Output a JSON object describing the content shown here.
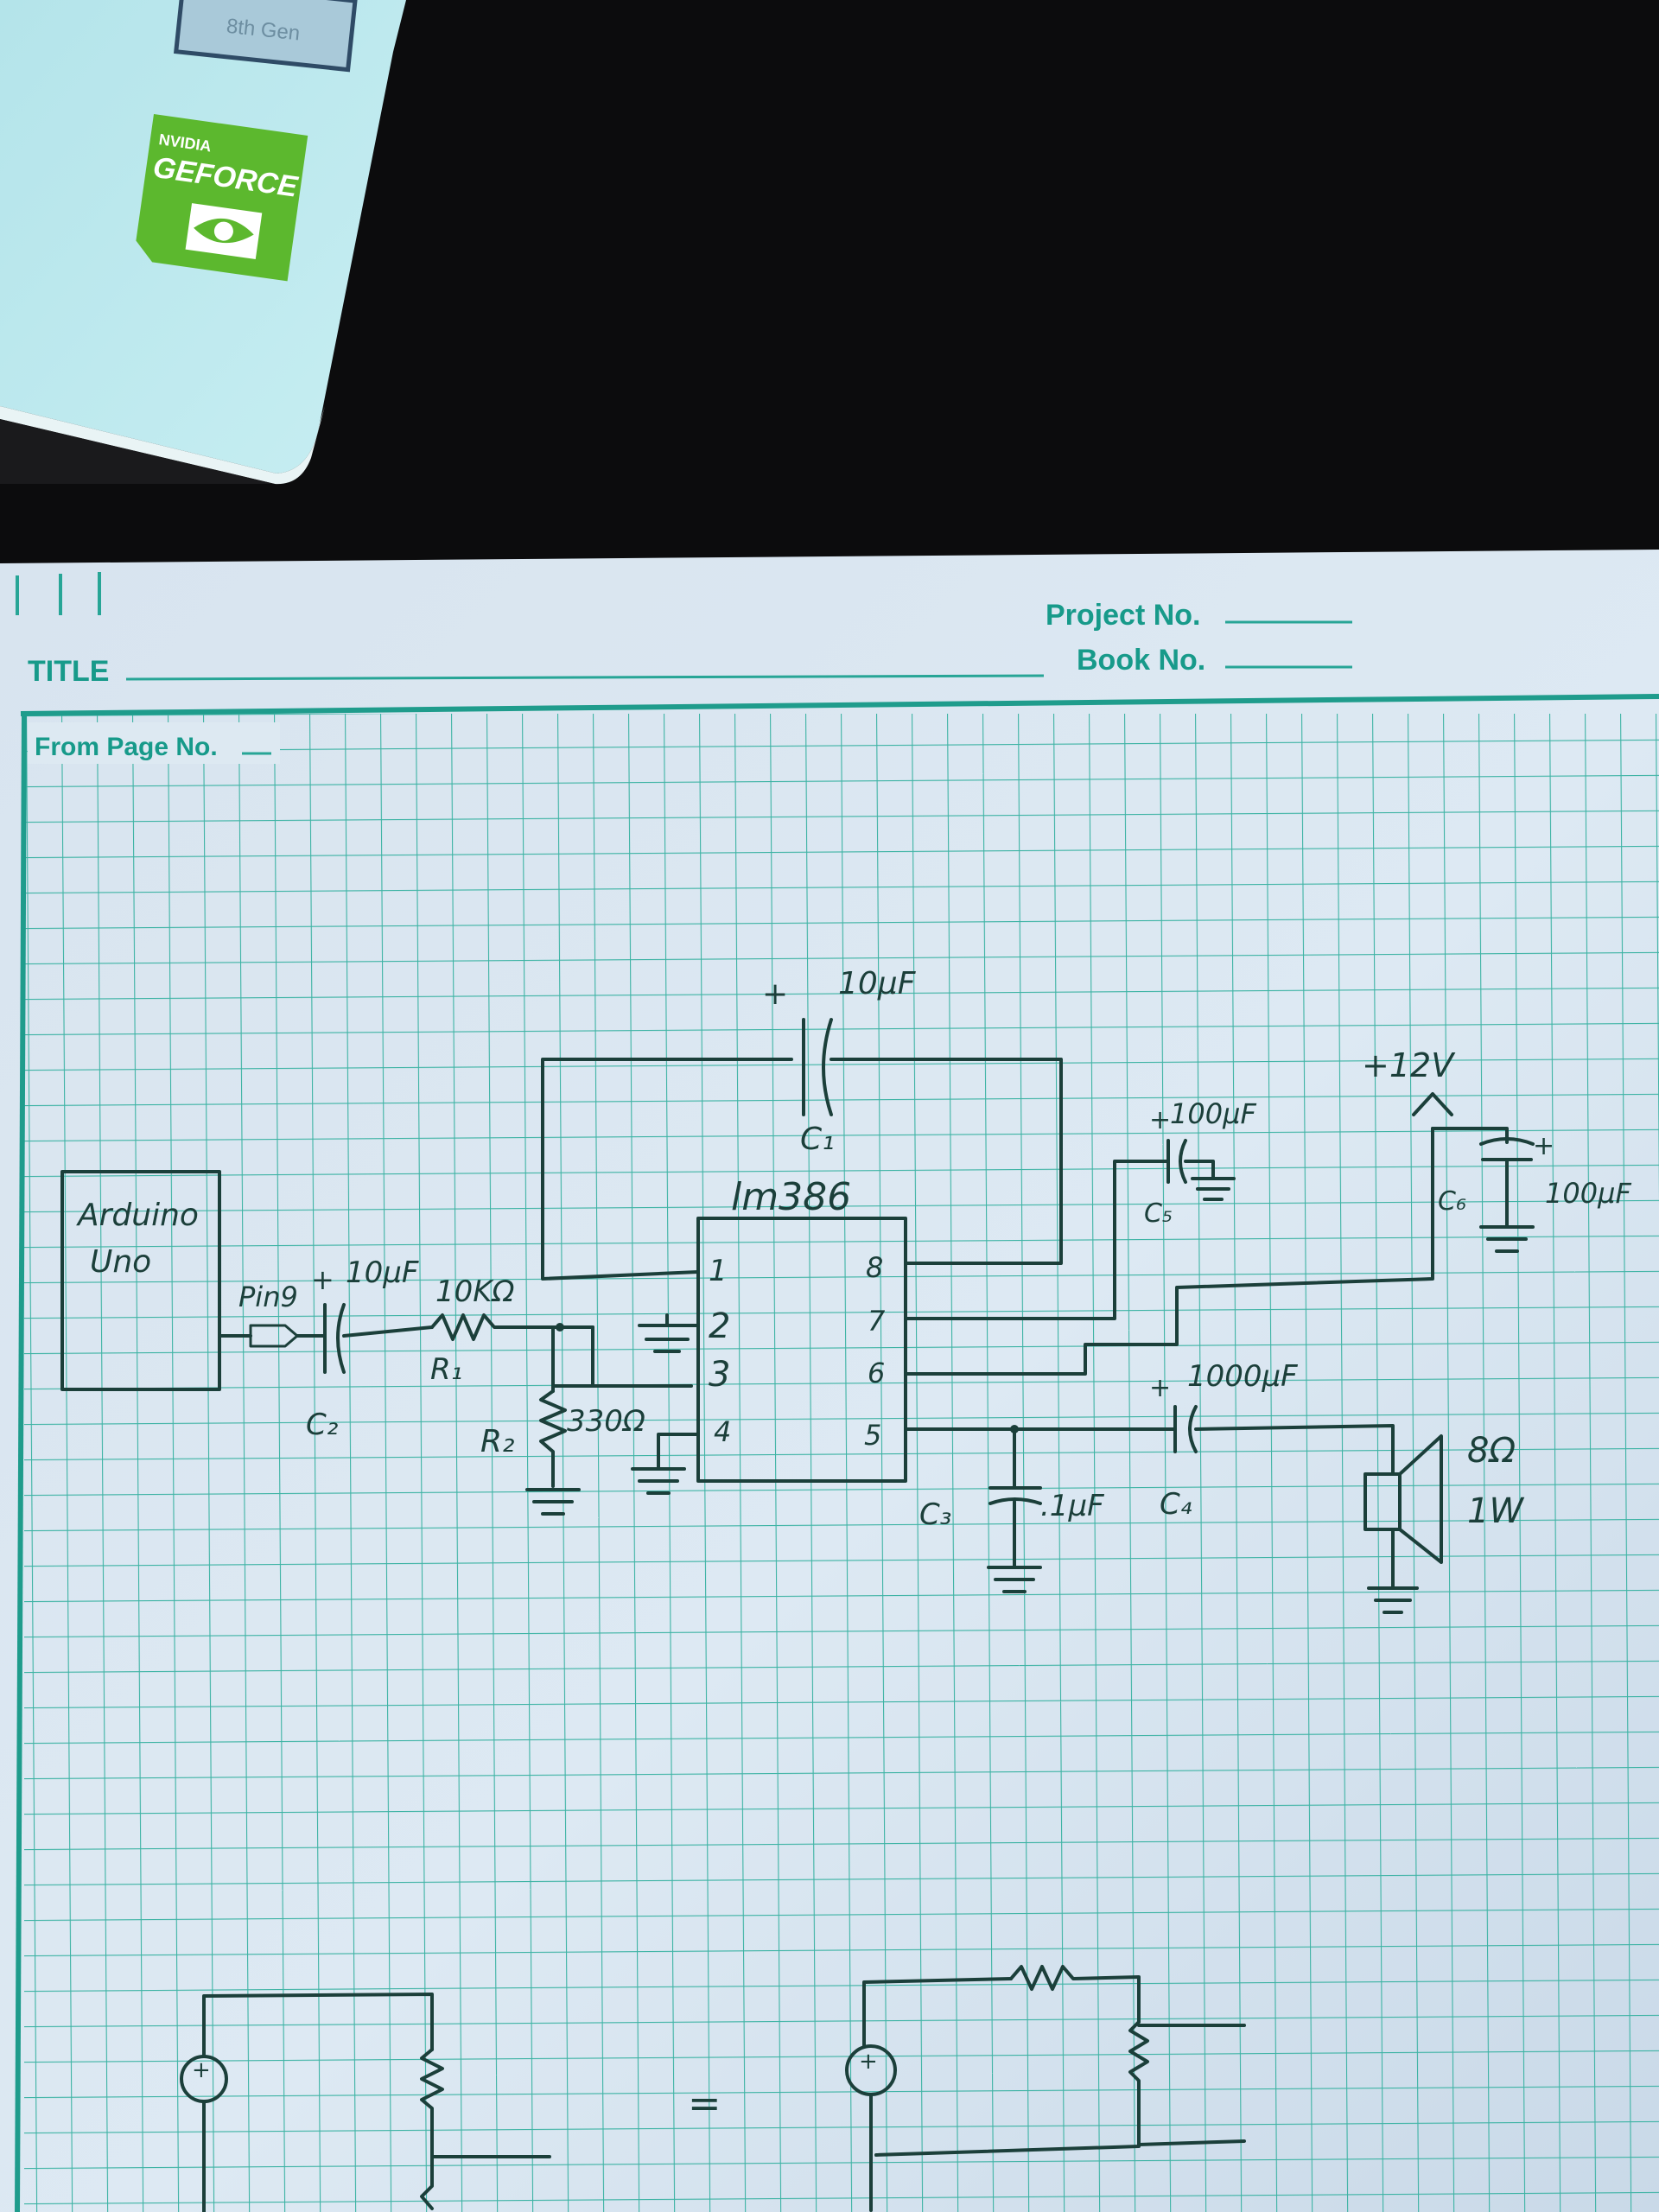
{
  "laptop": {
    "badge_text": "8th Gen",
    "brand_top": "NVIDIA",
    "brand_main": "GEFORCE"
  },
  "notebook": {
    "project_label": "Project No.",
    "book_label": "Book No.",
    "title_label": "TITLE",
    "from_page_label": "From Page No."
  },
  "schematic": {
    "arduino_line1": "Arduino",
    "arduino_line2": "Uno",
    "pin_label": "Pin9",
    "c2_value": "10µF",
    "c2_name": "C₂",
    "r1_value": "10KΩ",
    "r1_name": "R₁",
    "r2_name": "R₂",
    "r2_value": "330Ω",
    "c1_value": "10µF",
    "c1_name": "C₁",
    "ic_name": "lm386",
    "pins": [
      "1",
      "2",
      "3",
      "4",
      "5",
      "6",
      "7",
      "8"
    ],
    "c5_value": "100µF",
    "c5_name": "C₅",
    "supply_label": "+12V",
    "c6_name": "C₆",
    "c6_value": "100µF",
    "c4_value": "1000µF",
    "c4_name": "C₄",
    "c3_name": "C₃",
    "c3_value": ".1µF",
    "speaker_ohms": "8Ω",
    "speaker_watts": "1W",
    "plus": "+",
    "equals": "="
  },
  "colors": {
    "paper": "#dde9f2",
    "grid": "#27a596",
    "ink": "#1b3f3a",
    "laptop": "#b8e6ec",
    "geforce_green": "#5cb82e",
    "background": "#0c0c0d"
  }
}
